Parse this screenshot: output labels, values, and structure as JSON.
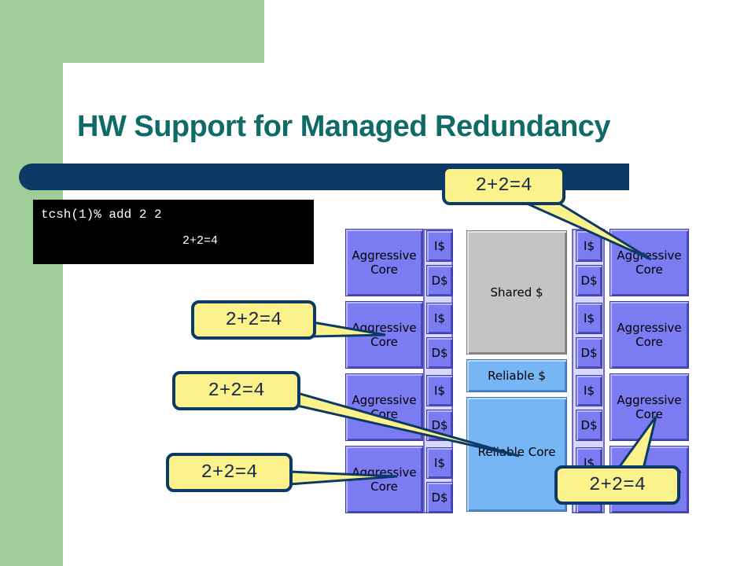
{
  "slide": {
    "title": "HW Support for Managed Redundancy",
    "colors": {
      "title": "#0e6b68",
      "bar": "#0c3a66",
      "band": "#9fcd9a"
    }
  },
  "terminal": {
    "command": "tcsh(1)% add 2 2",
    "output": "2+2=4"
  },
  "chip": {
    "left_cores": [
      {
        "label": "Aggressive Core",
        "icache": "I$",
        "dcache": "D$"
      },
      {
        "label": "Aggressive Core",
        "icache": "I$",
        "dcache": "D$"
      },
      {
        "label": "Aggressive Core",
        "icache": "I$",
        "dcache": "D$"
      },
      {
        "label": "Aggressive Core",
        "icache": "I$",
        "dcache": "D$"
      }
    ],
    "right_cores": [
      {
        "label": "Aggressive Core",
        "icache": "I$",
        "dcache": "D$"
      },
      {
        "label": "Aggressive Core",
        "icache": "I$",
        "dcache": "D$"
      },
      {
        "label": "Aggressive Core",
        "icache": "I$",
        "dcache": "D$"
      },
      {
        "label": "Aggressive Core",
        "icache": "I$",
        "dcache": "D$"
      }
    ],
    "shared_cache": "Shared $",
    "reliable_cache": "Reliable $",
    "reliable_core": "Reliable Core",
    "colors": {
      "core": "#7b7bf2",
      "shared": "#c4c4c4",
      "reliable": "#77b6f5"
    }
  },
  "callouts": [
    {
      "text": "2+2=4"
    },
    {
      "text": "2+2=4"
    },
    {
      "text": "2+2=4"
    },
    {
      "text": "2+2=4"
    },
    {
      "text": "2+2=4"
    }
  ],
  "callout_colors": {
    "fill": "#fbf28c",
    "border": "#0c3a66"
  }
}
